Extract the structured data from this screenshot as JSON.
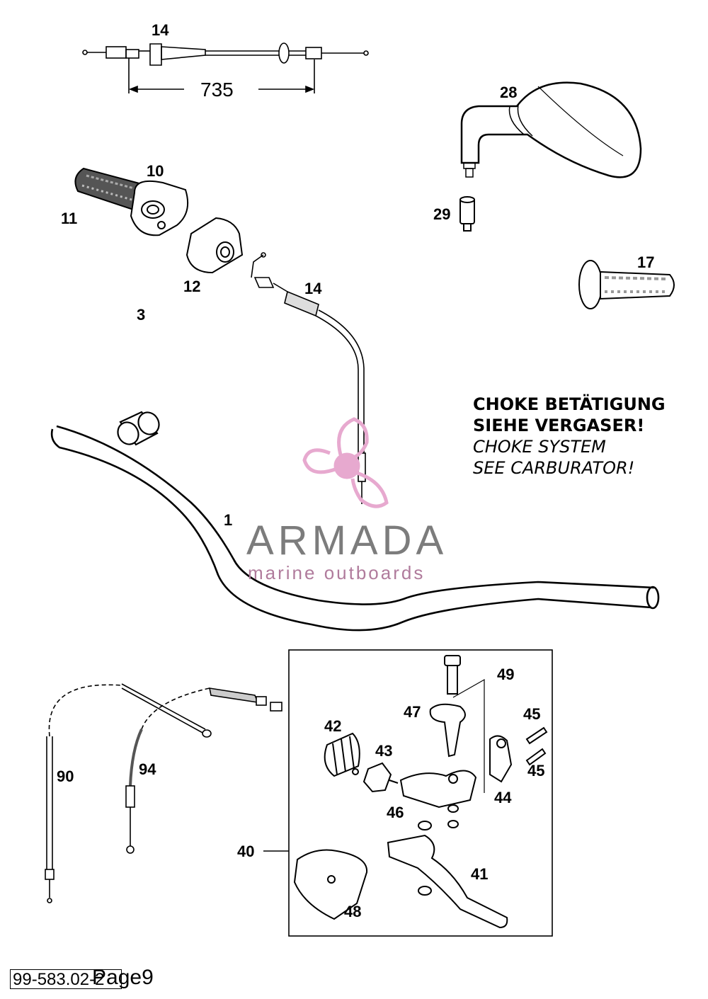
{
  "labels": {
    "throttle_cable_top": "14",
    "dimension": "735",
    "mirror": "28",
    "throttle_grip": "10",
    "grip_rubber": "11",
    "throttle_cover": "12",
    "throttle_assembly": "3",
    "choke_cable": "14",
    "adapter": "29",
    "left_grip": "17",
    "handlebar": "1",
    "screw_top": "49",
    "lever_upper": "47",
    "bolt_upper": "45",
    "bolt_lower": "45",
    "adjuster_sleeve": "42",
    "star_knob": "43",
    "clamp": "44",
    "housing": "46",
    "clutch_assembly": "40",
    "lever": "41",
    "cover": "48",
    "cable_90": "90",
    "cable_94": "94"
  },
  "note": {
    "de_line1": "CHOKE BETÄTIGUNG",
    "de_line2": "SIEHE VERGASER!",
    "en_line1": "CHOKE SYSTEM",
    "en_line2": "SEE CARBURATOR!"
  },
  "watermark": {
    "name": "ARMADA",
    "tagline": "marine outboards",
    "color_pink": "#e7a9cf",
    "color_gray": "#7c7c7c"
  },
  "footer": {
    "code": "99-583.02-2",
    "page": "Page9"
  }
}
